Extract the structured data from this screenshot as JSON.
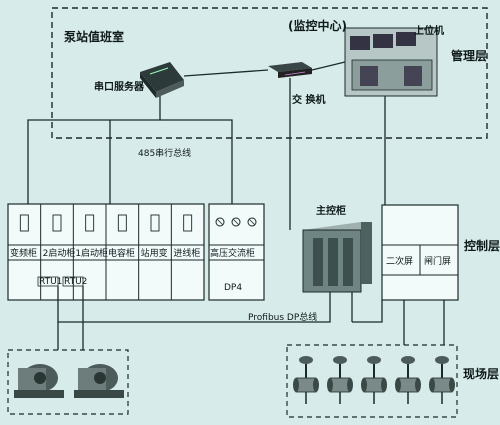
{
  "management_zone": {
    "room_label": "泵站值班室",
    "center_label": "(监控中心)",
    "host_label": "上位机",
    "layer_label": "管理层",
    "serial_server_label": "串口服务器",
    "switch_label": "交 换机"
  },
  "bus_labels": {
    "rs485": "485串行总线",
    "profibus": "Profibus DP总线"
  },
  "control_layer": {
    "layer_label": "控制层",
    "main_cabinet_label": "主控柜",
    "screens": [
      "二次屏",
      "闸门屏"
    ]
  },
  "cabinet_row": {
    "cabinets": [
      "变频柜",
      "2启动柜",
      "1启动柜",
      "电容柜",
      "站用变",
      "进线柜"
    ],
    "ru_labels": [
      "RTU1",
      "RTU2"
    ],
    "tail_cabinet_label": "高压交流柜",
    "tail_cabinet_sub": "DP4"
  },
  "field_layer": {
    "layer_label": "现场层",
    "valve_count": 5
  },
  "colors": {
    "background": "#d7ecea",
    "lines": "#1b2a2a",
    "cabinet_fill": "#f2fbfa"
  }
}
